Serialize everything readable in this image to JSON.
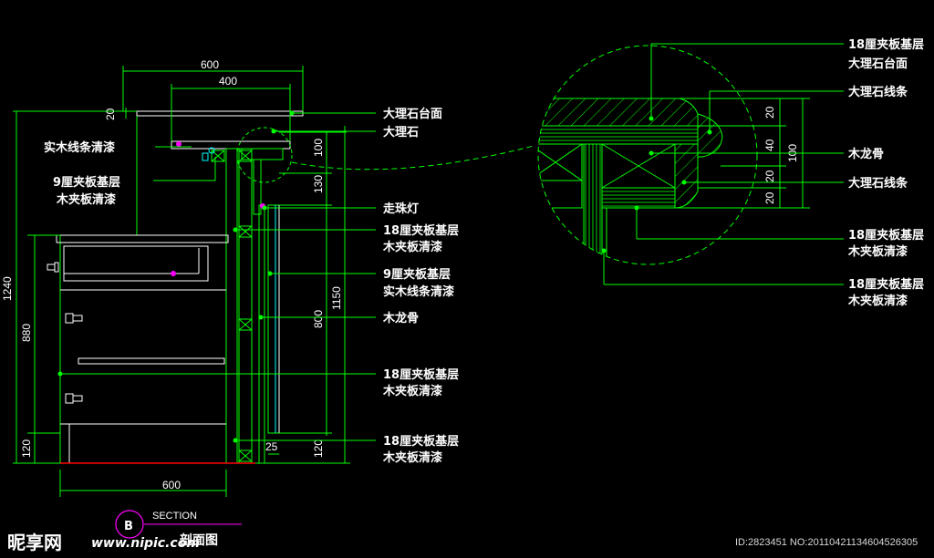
{
  "colors": {
    "background": "#000000",
    "outline_green": "#00ff00",
    "cyan": "#00ffff",
    "white": "#ffffff",
    "yellow": "#ffff00",
    "red": "#ff0000",
    "magenta": "#ff00ff"
  },
  "dimensions": {
    "top_600": "600",
    "top_400": "400",
    "d20": "20",
    "d100": "100",
    "d130": "130",
    "d800": "800",
    "d1150": "1150",
    "d1240": "1240",
    "d880": "880",
    "left_120": "120",
    "right_120": "120",
    "d25": "25",
    "bottom_600": "600",
    "detail_20a": "20",
    "detail_40": "40",
    "detail_20b": "20",
    "detail_20c": "20",
    "detail_100": "100"
  },
  "labels": {
    "marble_top": "大理石台面",
    "marble": "大理石",
    "solid_wood_trim": "实木线条清漆",
    "ply9_a": "9厘夹板基层",
    "wood_veneer_a": "木夹板清漆",
    "bead_light": "走珠灯",
    "ply18_a": "18厘夹板基层",
    "wood_veneer_b": "木夹板清漆",
    "ply9_b": "9厘夹板基层",
    "solid_wood_trim_b": "实木线条清漆",
    "wood_keel": "木龙骨",
    "ply18_b": "18厘夹板基层",
    "wood_veneer_c": "木夹板清漆",
    "ply18_c": "18厘夹板基层",
    "wood_veneer_d": "木夹板清漆"
  },
  "detail_labels": {
    "ply18_top": "18厘夹板基层",
    "marble_top": "大理石台面",
    "marble_trim_a": "大理石线条",
    "wood_keel": "木龙骨",
    "marble_trim_b": "大理石线条",
    "ply18_mid": "18厘夹板基层",
    "wood_veneer_mid": "木夹板清漆",
    "ply18_bot": "18厘夹板基层",
    "wood_veneer_bot": "木夹板清漆"
  },
  "section": {
    "letter": "B",
    "en": "SECTION",
    "cn": "剖面图"
  },
  "watermark": {
    "cn": "昵享网",
    "url": "www.nipic.com",
    "id": "ID:2823451 NO:20110421134604526305"
  }
}
